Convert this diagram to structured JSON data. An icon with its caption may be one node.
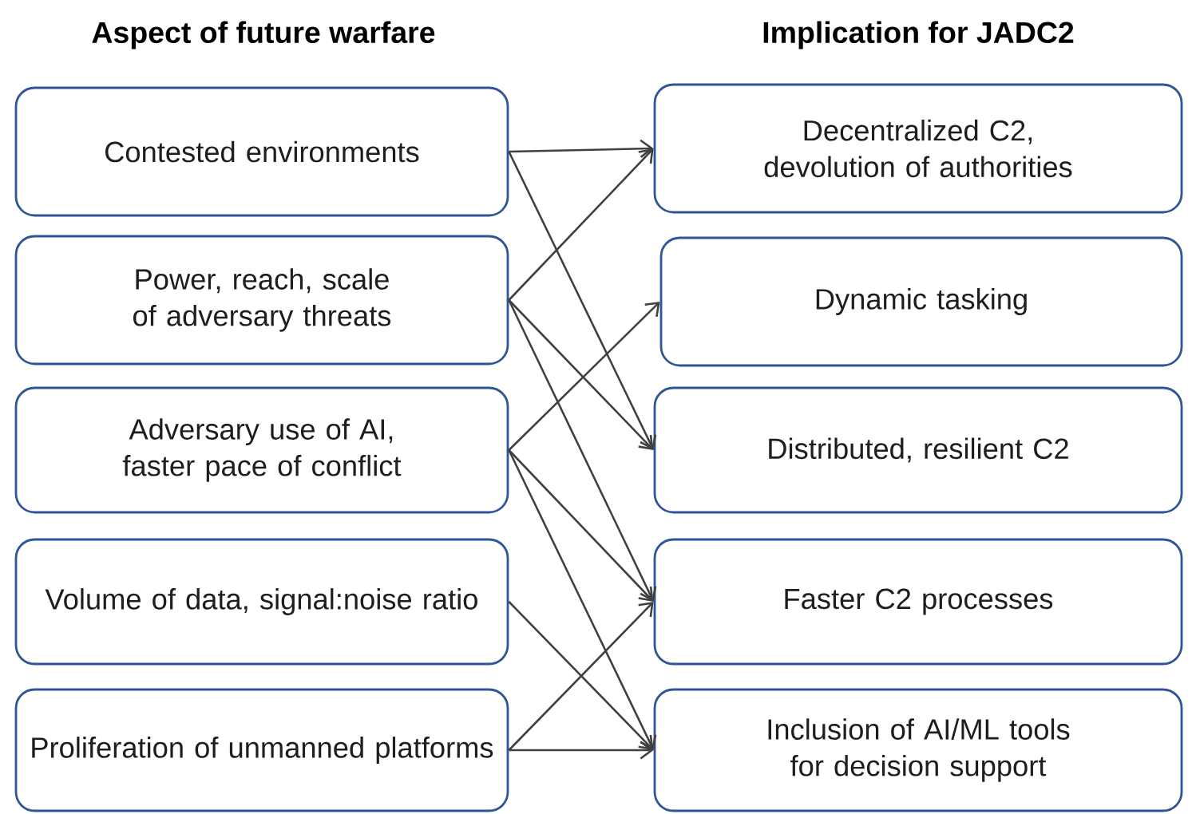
{
  "diagram": {
    "nodes": [
      {
        "text": [
          "Contested environments"
        ]
      },
      {
        "text": [
          "Power, reach, scale of adversary threats"
        ]
      },
      {
        "text": [
          "Adversary use of AI, faster pace of conflict"
        ]
      },
      {
        "text": [
          "Volume of data, signal:noise ratio"
        ]
      },
      {
        "text": [
          "Proliferation of unmanned platforms"
        ]
      },
      {
        "text": [
          "Decentralized C2, devolution of authorities"
        ]
      },
      {
        "text": [
          "Dynamic tasking"
        ]
      },
      {
        "text": [
          "Distributed, resilient C2"
        ]
      },
      {
        "text": [
          "Faster C2 processes"
        ]
      },
      {
        "text": [
          "Inclusion of AI/ML tools for decision support"
        ]
      }
    ],
    "edges": [
      {
        "from": 0,
        "to": 5,
        "arrow": "to"
      },
      {
        "from": 0,
        "to": 7,
        "arrow": "to"
      },
      {
        "from": 1,
        "to": 5,
        "arrow": "to"
      },
      {
        "from": 1,
        "to": 7,
        "arrow": "to"
      },
      {
        "from": 1,
        "to": 8,
        "arrow": "to"
      },
      {
        "from": 2,
        "to": 6,
        "arrow": "to"
      },
      {
        "from": 2,
        "to": 8,
        "arrow": "to"
      },
      {
        "from": 2,
        "to": 9,
        "arrow": "to"
      },
      {
        "from": 3,
        "to": 9,
        "arrow": "to"
      },
      {
        "from": 4,
        "to": 8,
        "arrow": "to"
      },
      {
        "from": 4,
        "to": 9,
        "arrow": "to"
      }
    ],
    "labels": [
      "Aspect of future warfare",
      "Implication for JADC2"
    ]
  }
}
